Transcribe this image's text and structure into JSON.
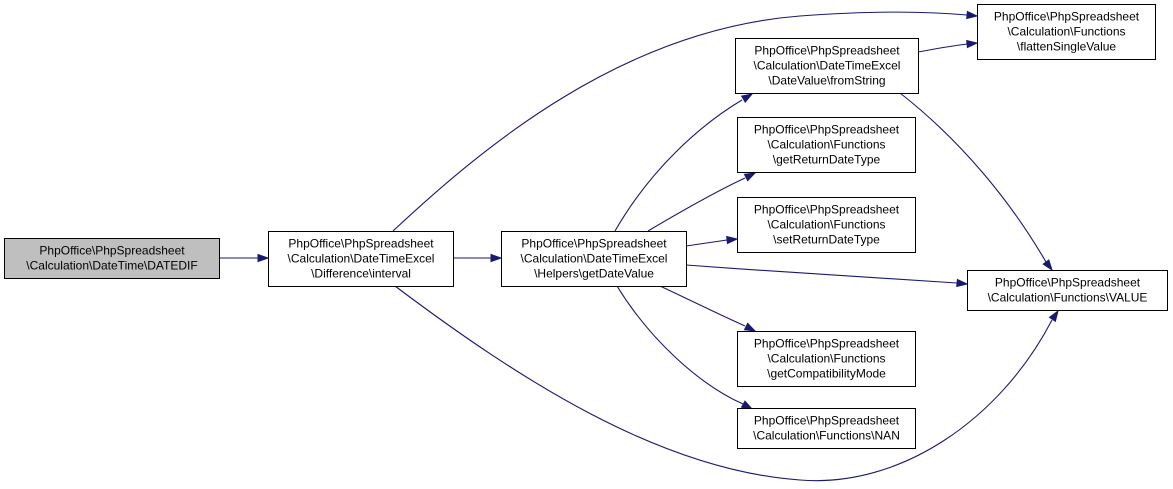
{
  "colors": {
    "root_node_fill": "#bfbfbf",
    "node_fill": "#ffffff",
    "node_border": "#000000",
    "edge": "#191970"
  },
  "nodes": [
    {
      "id": "datedif",
      "root": true,
      "lines": [
        "PhpOffice\\PhpSpreadsheet",
        "\\Calculation\\DateTime\\DATEDIF"
      ]
    },
    {
      "id": "interval",
      "lines": [
        "PhpOffice\\PhpSpreadsheet",
        "\\Calculation\\DateTimeExcel",
        "\\Difference\\interval"
      ]
    },
    {
      "id": "getDateValue",
      "lines": [
        "PhpOffice\\PhpSpreadsheet",
        "\\Calculation\\DateTimeExcel",
        "\\Helpers\\getDateValue"
      ]
    },
    {
      "id": "fromString",
      "lines": [
        "PhpOffice\\PhpSpreadsheet",
        "\\Calculation\\DateTimeExcel",
        "\\DateValue\\fromString"
      ]
    },
    {
      "id": "getReturnDateType",
      "lines": [
        "PhpOffice\\PhpSpreadsheet",
        "\\Calculation\\Functions",
        "\\getReturnDateType"
      ]
    },
    {
      "id": "setReturnDateType",
      "lines": [
        "PhpOffice\\PhpSpreadsheet",
        "\\Calculation\\Functions",
        "\\setReturnDateType"
      ]
    },
    {
      "id": "getCompatibilityMode",
      "lines": [
        "PhpOffice\\PhpSpreadsheet",
        "\\Calculation\\Functions",
        "\\getCompatibilityMode"
      ]
    },
    {
      "id": "nan",
      "lines": [
        "PhpOffice\\PhpSpreadsheet",
        "\\Calculation\\Functions\\NAN"
      ]
    },
    {
      "id": "flattenSingleValue",
      "lines": [
        "PhpOffice\\PhpSpreadsheet",
        "\\Calculation\\Functions",
        "\\flattenSingleValue"
      ]
    },
    {
      "id": "value",
      "lines": [
        "PhpOffice\\PhpSpreadsheet",
        "\\Calculation\\Functions\\VALUE"
      ]
    }
  ],
  "edges": [
    {
      "from": "datedif",
      "to": "interval"
    },
    {
      "from": "interval",
      "to": "getDateValue"
    },
    {
      "from": "interval",
      "to": "flattenSingleValue"
    },
    {
      "from": "interval",
      "to": "value"
    },
    {
      "from": "getDateValue",
      "to": "fromString"
    },
    {
      "from": "getDateValue",
      "to": "getReturnDateType"
    },
    {
      "from": "getDateValue",
      "to": "setReturnDateType"
    },
    {
      "from": "getDateValue",
      "to": "value"
    },
    {
      "from": "getDateValue",
      "to": "getCompatibilityMode"
    },
    {
      "from": "getDateValue",
      "to": "nan"
    },
    {
      "from": "fromString",
      "to": "flattenSingleValue"
    },
    {
      "from": "fromString",
      "to": "value"
    }
  ]
}
